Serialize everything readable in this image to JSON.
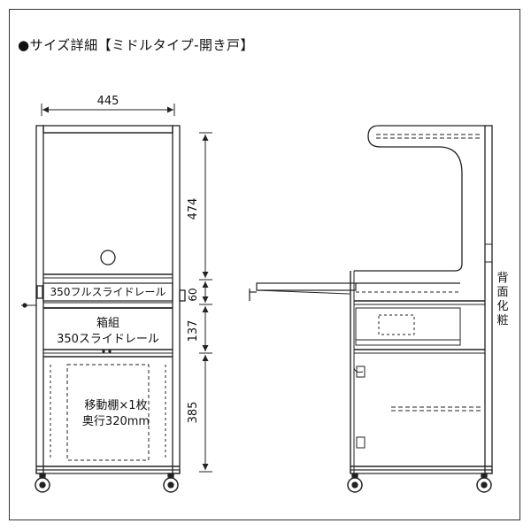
{
  "title": "●サイズ詳細【ミドルタイプ-開き戸】",
  "front": {
    "width": "445",
    "heights": [
      "474",
      "60",
      "137",
      "385"
    ],
    "rail_top": "350フルスライドレール",
    "box_label": "箱組",
    "rail_bottom": "350スライドレール",
    "shelf_line1": "移動棚×1枚",
    "shelf_line2": "奥行320mm"
  },
  "side": {
    "back_label": "背面化粧"
  },
  "colors": {
    "line": "#222222",
    "background": "#ffffff"
  }
}
